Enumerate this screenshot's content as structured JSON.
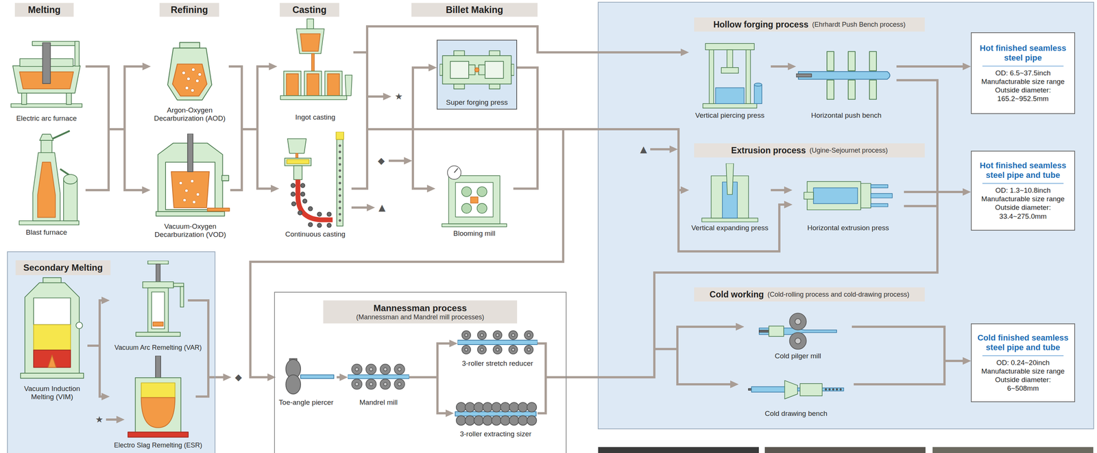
{
  "diagram": {
    "nodes": [
      {
        "text": [
          "Melting"
        ]
      },
      {
        "text": [
          "Refining"
        ]
      },
      {
        "text": [
          "Casting"
        ]
      },
      {
        "text": [
          "Billet Making"
        ]
      },
      {
        "text": [
          "Electric arc furnace"
        ]
      },
      {
        "text": [
          "Blast furnace"
        ]
      },
      {
        "text": [
          "Argon-Oxygen Decarburization (AOD)"
        ]
      },
      {
        "text": [
          "Vacuum-Oxygen Decarburization (VOD)"
        ]
      },
      {
        "text": [
          "Ingot casting"
        ]
      },
      {
        "text": [
          "Continuous casting"
        ]
      },
      {
        "text": [
          "Super forging press"
        ]
      },
      {
        "text": [
          "Blooming mill"
        ]
      },
      {
        "text": [
          "Hollow forging process",
          "(Ehrhardt Push Bench process)"
        ]
      },
      {
        "text": [
          "Vertical piercing press"
        ]
      },
      {
        "text": [
          "Horizontal push bench"
        ]
      },
      {
        "text": [
          "Hot finished seamless steel pipe",
          "OD: 6.5~37.5inch",
          "Manufacturable size range",
          "Outside diameter:",
          "165.2~952.5mm"
        ]
      },
      {
        "text": [
          "Extrusion process",
          "(Ugine-Sejournet process)"
        ]
      },
      {
        "text": [
          "Vertical expanding press"
        ]
      },
      {
        "text": [
          "Horizontal extrusion press"
        ]
      },
      {
        "text": [
          "Hot finished seamless steel pipe and tube",
          "OD: 1.3~10.8inch",
          "Manufacturable size range",
          "Outside diameter:",
          "33.4~275.0mm"
        ]
      },
      {
        "text": [
          "Secondary Melting"
        ]
      },
      {
        "text": [
          "Vacuum Induction Melting (VIM)"
        ],
        "in": 20
      },
      {
        "text": [
          "Vacuum Arc Remelting (VAR)"
        ],
        "in": 20
      },
      {
        "text": [
          "Electro Slag Remelting (ESR)"
        ],
        "in": 20
      },
      {
        "text": [
          "Mannessman process",
          "(Mannessman and Mandrel mill processes)"
        ]
      },
      {
        "text": [
          "Toe-angle piercer"
        ],
        "in": 24
      },
      {
        "text": [
          "Mandrel mill"
        ],
        "in": 24
      },
      {
        "text": [
          "3-roller stretch reducer"
        ],
        "in": 24
      },
      {
        "text": [
          "3-roller extracting sizer"
        ],
        "in": 24
      },
      {
        "text": [
          "Cold working",
          "(Cold-rolling process and cold-drawing process)"
        ]
      },
      {
        "text": [
          "Cold pilger mill"
        ]
      },
      {
        "text": [
          "Cold drawing bench"
        ]
      },
      {
        "text": [
          "Cold finished seamless steel pipe and tube",
          "OD: 0.24~20inch",
          "Manufacturable size range",
          "Outside diameter:",
          "6~508mm"
        ]
      }
    ],
    "edges": [
      {
        "from": 4,
        "to": 6,
        "arrow": "to"
      },
      {
        "from": 4,
        "to": 7,
        "arrow": "to"
      },
      {
        "from": 5,
        "to": 6,
        "arrow": "to"
      },
      {
        "from": 5,
        "to": 7,
        "arrow": "to"
      },
      {
        "from": 6,
        "to": 8,
        "arrow": "to"
      },
      {
        "from": 6,
        "to": 9,
        "arrow": "to"
      },
      {
        "from": 7,
        "to": 8,
        "arrow": "to"
      },
      {
        "from": 7,
        "to": 9,
        "arrow": "to"
      },
      {
        "from": 8,
        "to": 13,
        "arrow": "to"
      },
      {
        "from": 8,
        "to": 10,
        "arrow": "to"
      },
      {
        "from": 8,
        "to": 11,
        "arrow": "to"
      },
      {
        "from": 9,
        "to": 10,
        "arrow": "to"
      },
      {
        "from": 9,
        "to": 11,
        "arrow": "to"
      },
      {
        "from": 10,
        "to": 17,
        "arrow": "to"
      },
      {
        "from": 10,
        "to": 18,
        "arrow": "to"
      },
      {
        "from": 10,
        "to": 25,
        "arrow": "to"
      },
      {
        "from": 11,
        "to": 17,
        "arrow": "to"
      },
      {
        "from": 11,
        "to": 18,
        "arrow": "to"
      },
      {
        "from": 11,
        "to": 25,
        "arrow": "to"
      },
      {
        "from": 13,
        "to": 14,
        "arrow": "to"
      },
      {
        "from": 14,
        "to": 15,
        "arrow": "to"
      },
      {
        "from": 14,
        "to": 30,
        "arrow": "to"
      },
      {
        "from": 14,
        "to": 31,
        "arrow": "to"
      },
      {
        "from": 17,
        "to": 18,
        "arrow": "to"
      },
      {
        "from": 18,
        "to": 19,
        "arrow": "to"
      },
      {
        "from": 18,
        "to": 30,
        "arrow": "to"
      },
      {
        "from": 18,
        "to": 31,
        "arrow": "to"
      },
      {
        "from": 25,
        "to": 26,
        "arrow": "to"
      },
      {
        "from": 26,
        "to": 27,
        "arrow": "to"
      },
      {
        "from": 26,
        "to": 28,
        "arrow": "to"
      },
      {
        "from": 27,
        "to": 30,
        "arrow": "to"
      },
      {
        "from": 27,
        "to": 31,
        "arrow": "to"
      },
      {
        "from": 28,
        "to": 30,
        "arrow": "to"
      },
      {
        "from": 28,
        "to": 31,
        "arrow": "to"
      },
      {
        "from": 30,
        "to": 32,
        "arrow": "to"
      },
      {
        "from": 31,
        "to": 32,
        "arrow": "to"
      },
      {
        "from": 21,
        "to": 22,
        "arrow": "to"
      },
      {
        "from": 21,
        "to": 23,
        "arrow": "to"
      }
    ],
    "labels": [
      "★",
      "◆",
      "▲",
      "▲",
      "◆",
      "★"
    ]
  }
}
